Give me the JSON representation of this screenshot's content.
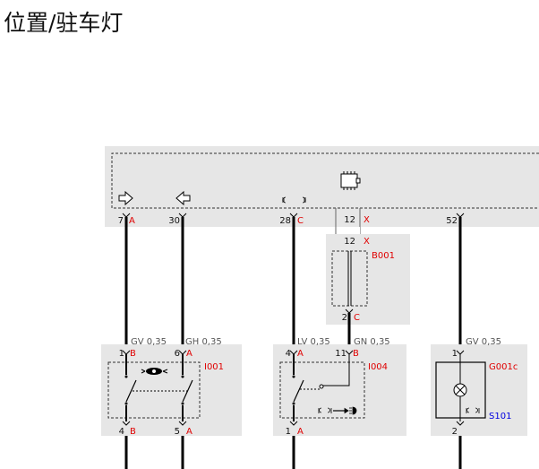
{
  "title": "位置/驻车灯",
  "colors": {
    "panel": "#e6e6e6",
    "wire": "#000000",
    "pin_letter": "#e00000",
    "component_id": "#e00000",
    "ref": "#0000e0",
    "wire_code": "#555555"
  },
  "icons": [
    "turn-right-arrow-icon",
    "turn-left-arrow-icon",
    "parking-light-icon",
    "control-module-chip-icon",
    "light-switch-icon",
    "lamp-icon"
  ],
  "control_unit": {
    "pins": [
      {
        "num": "7",
        "letter": "A"
      },
      {
        "num": "30",
        "letter": ""
      },
      {
        "num": "28",
        "letter": "C"
      },
      {
        "num": "12",
        "letter": "X"
      },
      {
        "num": "52",
        "letter": ""
      }
    ]
  },
  "b001": {
    "id": "B001",
    "top_pin": {
      "num": "12",
      "letter": "X"
    },
    "bottom_pin": {
      "num": "2",
      "letter": "C"
    }
  },
  "i001": {
    "id": "I001",
    "wire1": "GV 0,35",
    "wire2": "GH 0,35",
    "pin1": {
      "num": "1",
      "letter": "B"
    },
    "pin2": {
      "num": "6",
      "letter": "A"
    },
    "pin3": {
      "num": "4",
      "letter": "B"
    },
    "pin4": {
      "num": "5",
      "letter": "A"
    }
  },
  "i004": {
    "id": "I004",
    "wire1": "LV 0,35",
    "wire2": "GN 0,35",
    "pin1": {
      "num": "4",
      "letter": "A"
    },
    "pin2": {
      "num": "11",
      "letter": "B"
    },
    "pin3": {
      "num": "1",
      "letter": "A"
    }
  },
  "g001c": {
    "id": "G001c",
    "wire1": "GV 0,35",
    "pin1": {
      "num": "1",
      "letter": ""
    },
    "pin2": {
      "num": "2",
      "letter": ""
    },
    "ref": "S101"
  }
}
